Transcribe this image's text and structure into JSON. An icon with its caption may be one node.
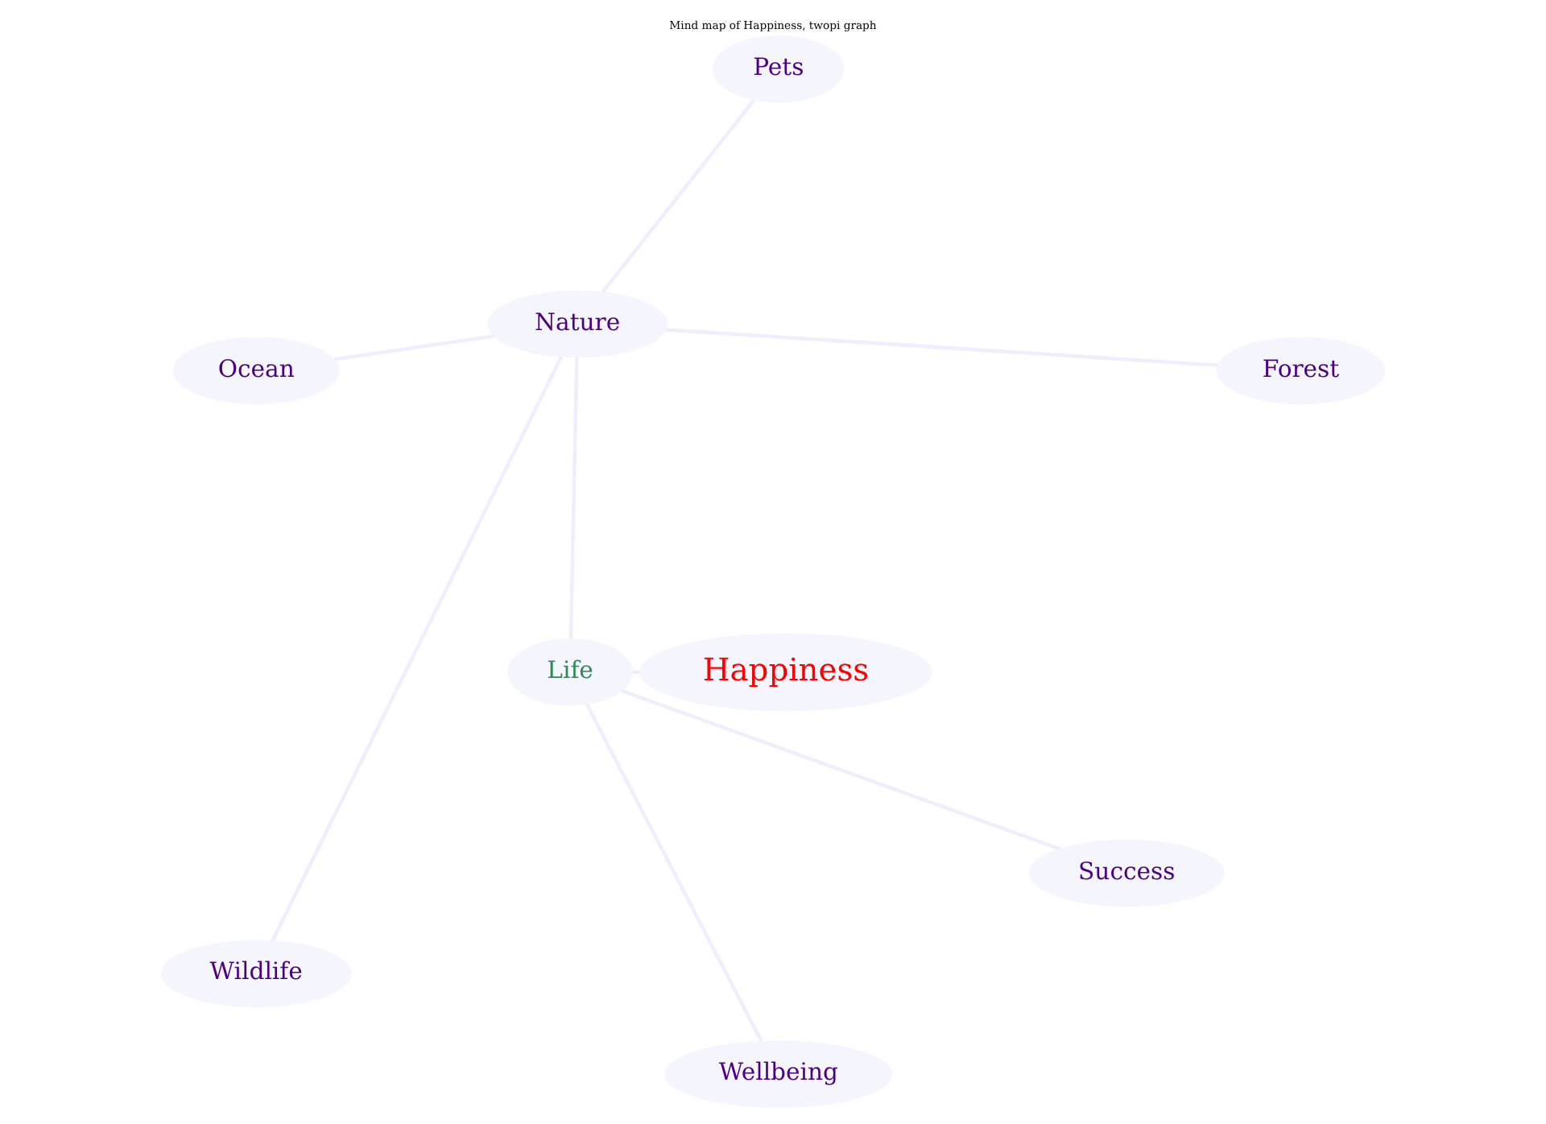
{
  "diagram": {
    "title": "Mind map of Happiness, twopi graph",
    "nodes": [
      {
        "text": [
          "Forest"
        ]
      },
      {
        "text": [
          "Pets"
        ]
      },
      {
        "text": [
          "Nature"
        ]
      },
      {
        "text": [
          "Ocean"
        ]
      },
      {
        "text": [
          "Wildlife"
        ]
      },
      {
        "text": [
          "Life"
        ]
      },
      {
        "text": [
          "Happiness"
        ]
      },
      {
        "text": [
          "Wellbeing"
        ]
      },
      {
        "text": [
          "Success"
        ]
      }
    ],
    "edges": [
      {
        "from": 6,
        "to": 5,
        "arrow": "none"
      },
      {
        "from": 5,
        "to": 2,
        "arrow": "none"
      },
      {
        "from": 5,
        "to": 7,
        "arrow": "none"
      },
      {
        "from": 5,
        "to": 8,
        "arrow": "none"
      },
      {
        "from": 2,
        "to": 0,
        "arrow": "none"
      },
      {
        "from": 2,
        "to": 1,
        "arrow": "none"
      },
      {
        "from": 2,
        "to": 3,
        "arrow": "none"
      },
      {
        "from": 2,
        "to": 4,
        "arrow": "none"
      }
    ]
  }
}
